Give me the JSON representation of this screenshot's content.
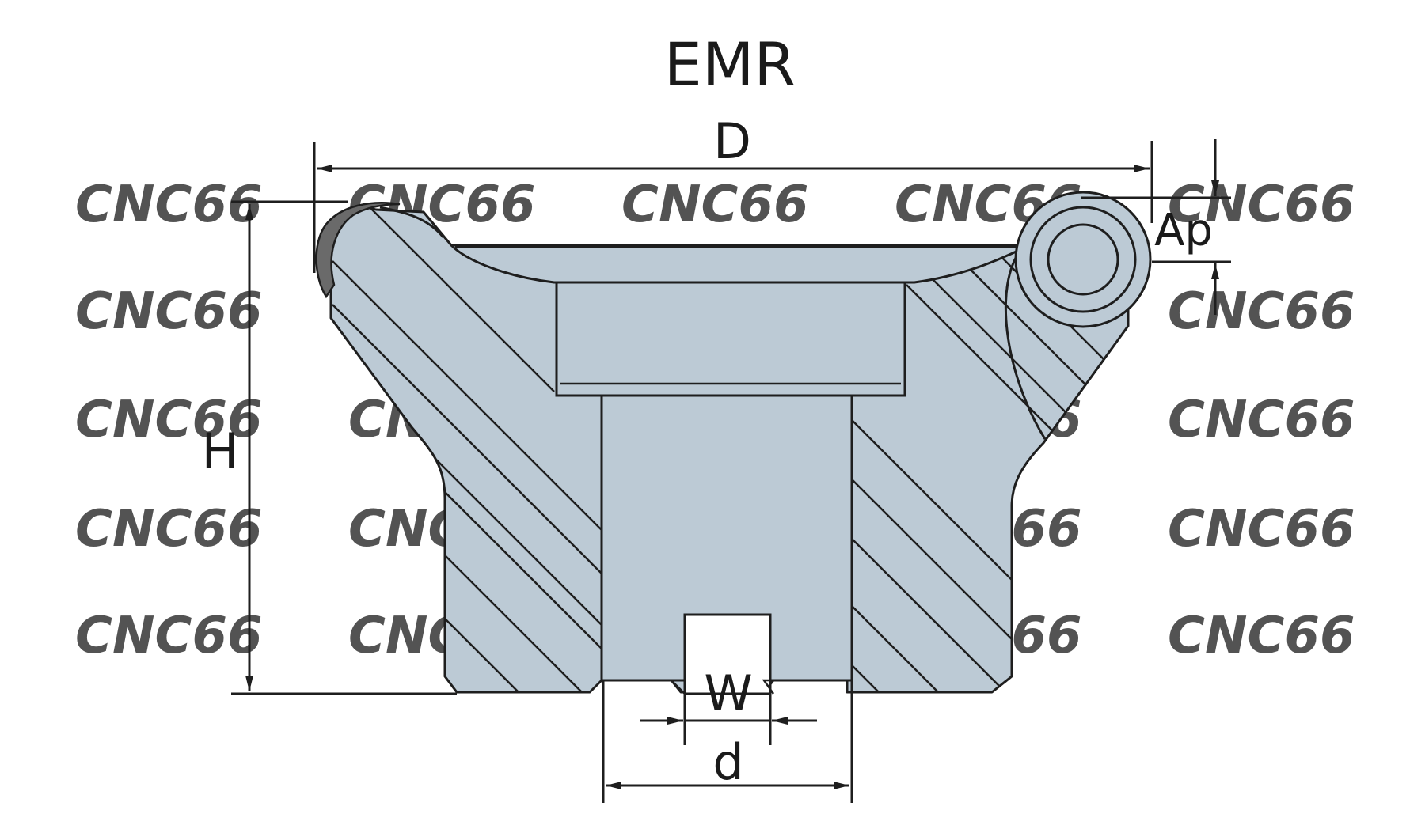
{
  "title": "EMR",
  "labels": {
    "D": "D",
    "H": "H",
    "Ap": "Ap",
    "W": "W",
    "d": "d"
  },
  "watermark": {
    "text": "CNC66",
    "color": "#e9e6dd"
  },
  "colors": {
    "body_fill": "#bccad5",
    "line": "#1e1e1e",
    "insert_edge": "#6a6a6a",
    "background": "#ffffff"
  }
}
